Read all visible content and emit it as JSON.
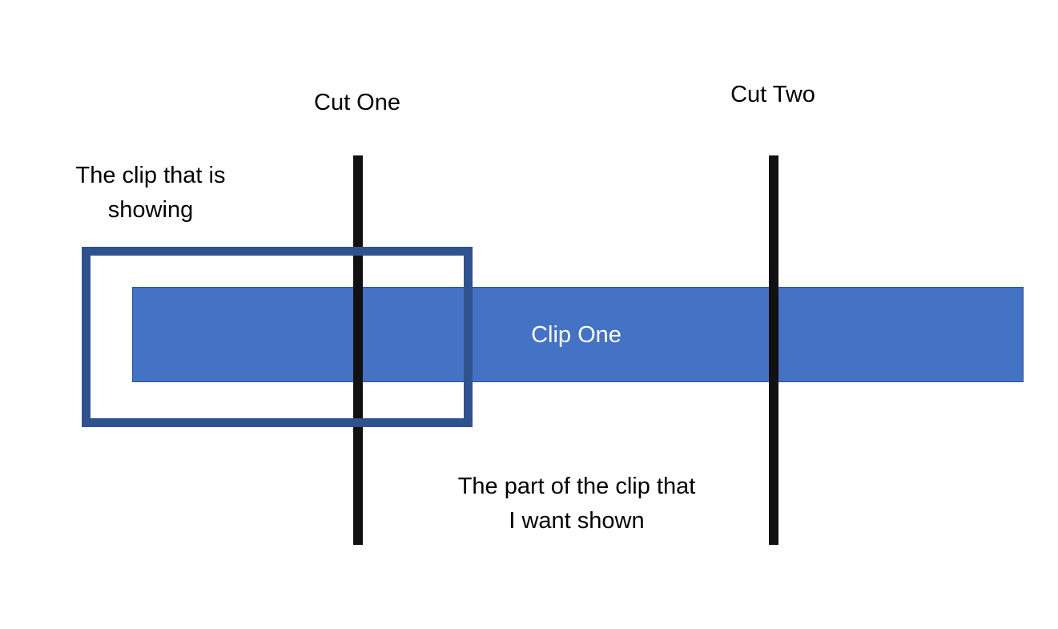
{
  "diagram": {
    "cut_one": {
      "label": "Cut One"
    },
    "cut_two": {
      "label": "Cut Two"
    },
    "clip": {
      "label": "Clip One",
      "fill_color": "#4472c4"
    },
    "showing_box": {
      "label_line1": "The clip that is",
      "label_line2": "showing",
      "border_color": "#2f528f"
    },
    "wanted_part": {
      "label_line1": "The part of the clip that",
      "label_line2": "I want shown"
    },
    "cut_line_color": "#111111"
  }
}
